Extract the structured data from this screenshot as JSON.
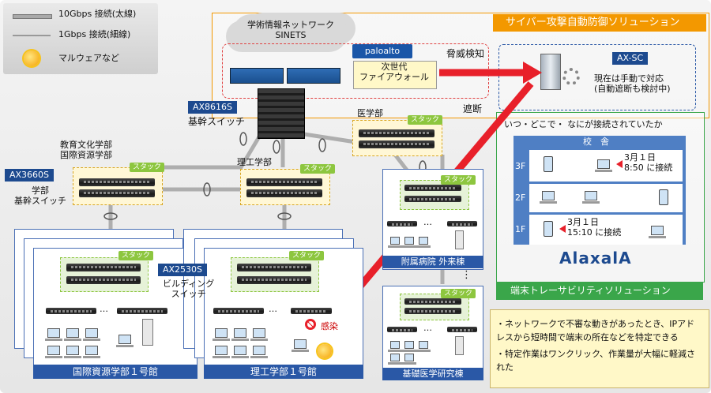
{
  "legend": {
    "line_10g": "10Gbps 接続(太線)",
    "line_1g": "1Gbps 接続(細線)",
    "malware": "マルウェアなど"
  },
  "top": {
    "sinets": "学術情報ネットワーク\nSINETS",
    "paloalto": "paloalto",
    "nextgen_fw": "次世代\nファイアウォール",
    "threat_detect": "脅威検知",
    "block": "遮断"
  },
  "cyber": {
    "title": "サイバー攻撃自動防御ソリューション",
    "axsc_tag": "AX-SC",
    "axsc_note": "現在は手動で対応\n(自動遮断も検討中)"
  },
  "trace": {
    "question": "いつ・どこで・ なにが接続されていたか",
    "building": "校　舎",
    "floors": [
      "3F",
      "2F",
      "1F"
    ],
    "event_3f": "3月１日\n8:50 に接続",
    "event_1f": "3月１日\n15:10 に接続",
    "logo": "AlaxalA",
    "title": "端末トレーサビリティソリューション",
    "bullets": [
      "・ネットワークで不審な動きがあったとき、IPアドレスから短時間で端末の所在などを特定できる",
      "・特定作業はワンクリック、作業量が大幅に軽減された"
    ]
  },
  "core": {
    "tag": "AX8616S",
    "label": "基幹スイッチ"
  },
  "faculties": {
    "edu": "教育文化学部\n国際資源学部",
    "sci": "理工学部",
    "med": "医学部",
    "stack": "スタック"
  },
  "dist": {
    "tag": "AX3660S",
    "label": "学部\n基幹スイッチ"
  },
  "building_sw": {
    "tag": "AX2530S",
    "label": "ビルディング\nスイッチ"
  },
  "buildings": {
    "intl": "国際資源学部１号館",
    "sci": "理工学部１号館",
    "hospital": "附属病院 外来棟",
    "basic": "基礎医学研究棟",
    "infection": "感染",
    "dots": "…",
    "vdots": "⋮"
  },
  "colors": {
    "accent_blue": "#1d4a8f",
    "stack_green": "#8dc63f",
    "alert_red": "#e8202a",
    "orange_title": "#f39800"
  }
}
